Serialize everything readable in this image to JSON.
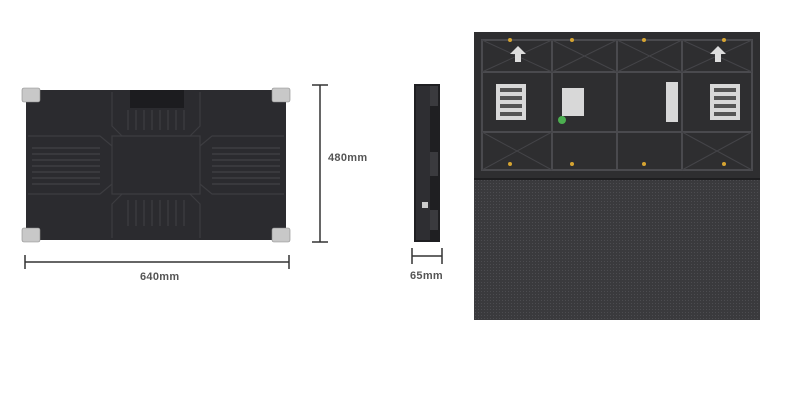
{
  "dimensions": {
    "width_label": "640mm",
    "height_label": "480mm",
    "depth_label": "65mm"
  },
  "views": {
    "back": "rear-view",
    "side": "side-view",
    "front": "front-view"
  },
  "colors": {
    "panel": "#2b2b2f",
    "panel_dark": "#1f1f22",
    "bracket": "#c8c8c8",
    "dimension_line": "#333333",
    "label_text": "#555555",
    "led_surface": "#3a3a3d",
    "frame": "#2e2e30"
  }
}
